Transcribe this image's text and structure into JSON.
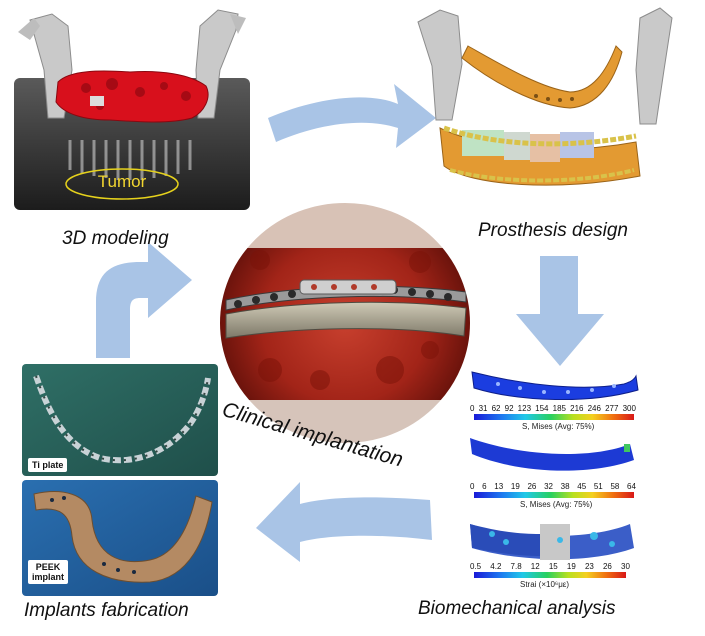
{
  "steps": {
    "modeling": "3D modeling",
    "design": "Prosthesis design",
    "analysis": "Biomechanical analysis",
    "fabrication": "Implants fabrication",
    "clinical": "Clinical implantation"
  },
  "labels": {
    "tumor": "Tumor",
    "ti_plate": "Ti plate",
    "peek_line1": "PEEK",
    "peek_line2": "implant"
  },
  "fea": {
    "scale1": {
      "ticks": [
        "0",
        "31",
        "62",
        "92",
        "123",
        "154",
        "185",
        "216",
        "246",
        "277",
        "300"
      ],
      "title": "S, Mises (Avg: 75%)"
    },
    "scale2": {
      "ticks": [
        "0",
        "6",
        "13",
        "19",
        "26",
        "32",
        "38",
        "45",
        "51",
        "58",
        "64"
      ],
      "title": "S, Mises (Avg: 75%)"
    },
    "scale3": {
      "ticks": [
        "0.5",
        "4.2",
        "7.8",
        "12",
        "15",
        "19",
        "23",
        "26",
        "30"
      ],
      "title": "Strai (×10⁶με)"
    }
  },
  "colors": {
    "arrow": "#a9c4e6",
    "tumor": "#d8101c",
    "bone": "#cfcfcf",
    "implant_orange": "#e39a32",
    "peek": "#b48a63",
    "tissue": "#a82a20"
  }
}
